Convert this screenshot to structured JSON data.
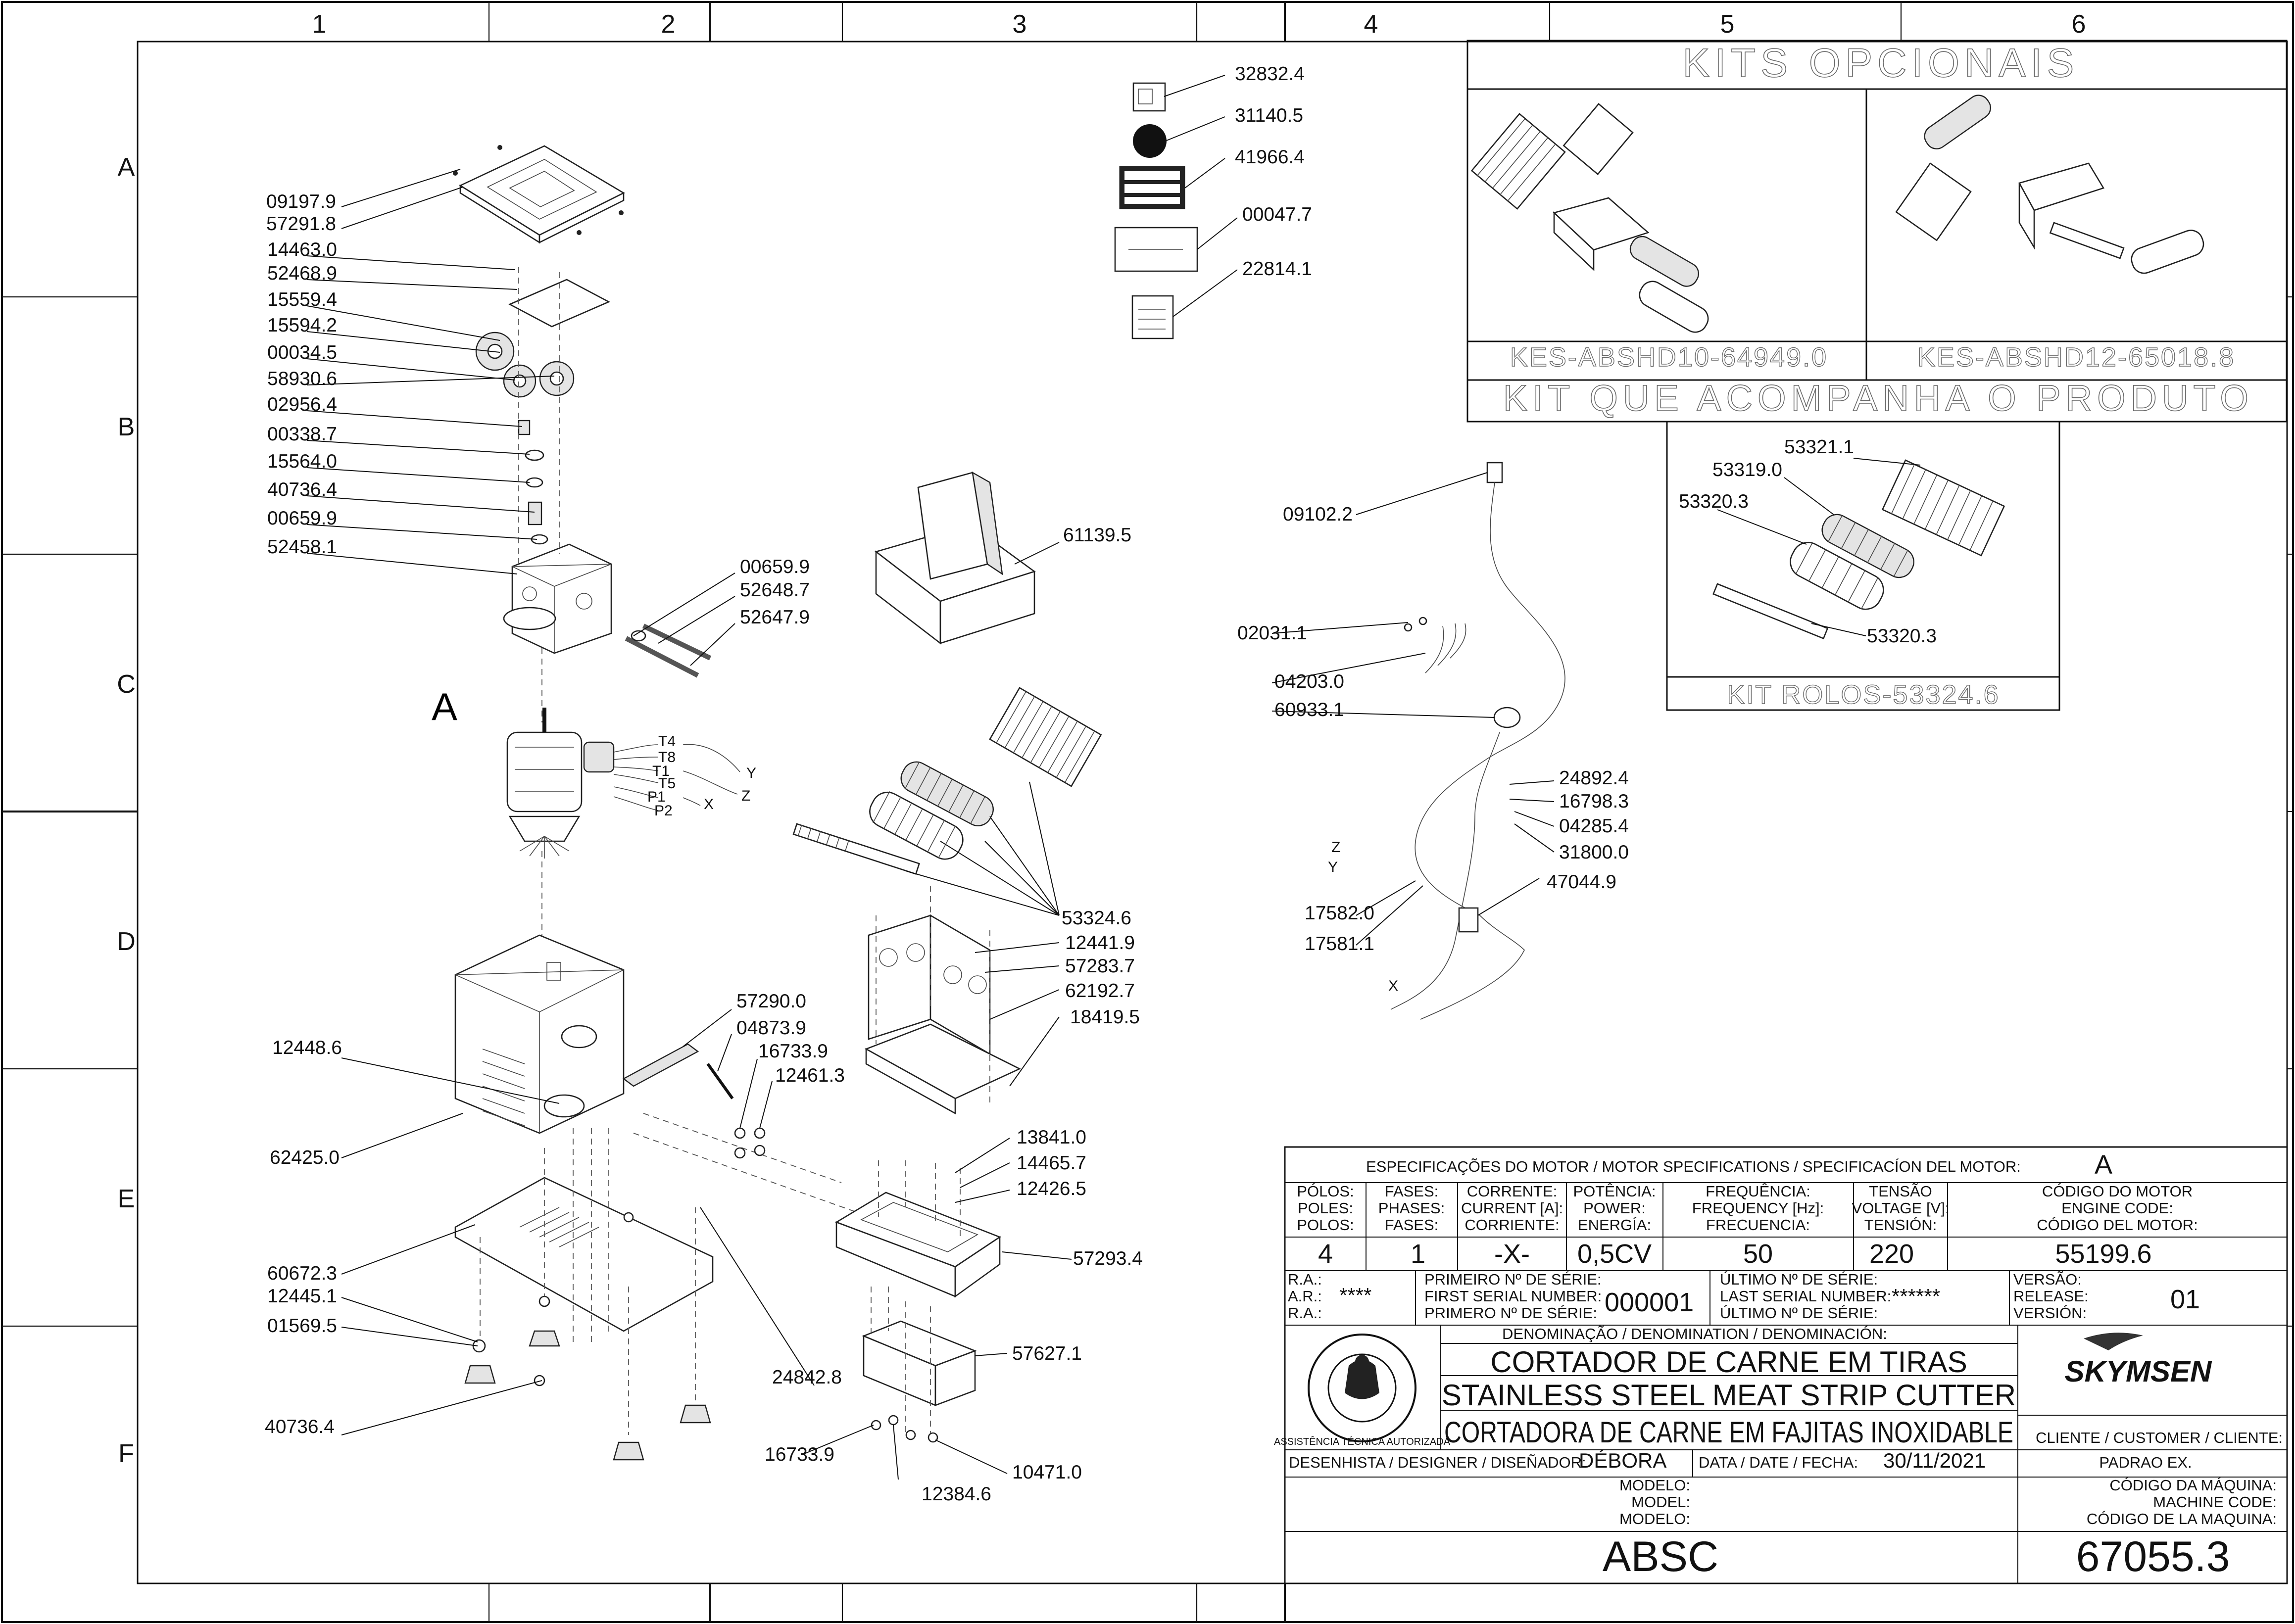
{
  "grid": {
    "columns": [
      "1",
      "2",
      "3",
      "4",
      "5",
      "6"
    ],
    "rows": [
      "A",
      "B",
      "C",
      "D",
      "E",
      "F"
    ]
  },
  "callouts": [
    {
      "id": "c1",
      "label": "09197.9"
    },
    {
      "id": "c2",
      "label": "57291.8"
    },
    {
      "id": "c3",
      "label": "14463.0"
    },
    {
      "id": "c4",
      "label": "52468.9"
    },
    {
      "id": "c5",
      "label": "15559.4"
    },
    {
      "id": "c6",
      "label": "15594.2"
    },
    {
      "id": "c7",
      "label": "00034.5"
    },
    {
      "id": "c8",
      "label": "58930.6"
    },
    {
      "id": "c9",
      "label": "02956.4"
    },
    {
      "id": "c10",
      "label": "00338.7"
    },
    {
      "id": "c11",
      "label": "15564.0"
    },
    {
      "id": "c12",
      "label": "40736.4"
    },
    {
      "id": "c13",
      "label": "00659.9"
    },
    {
      "id": "c14",
      "label": "52458.1"
    },
    {
      "id": "c15",
      "label": "00659.9"
    },
    {
      "id": "c16",
      "label": "52648.7"
    },
    {
      "id": "c17",
      "label": "52647.9"
    },
    {
      "id": "c18",
      "label": "32832.4"
    },
    {
      "id": "c19",
      "label": "31140.5"
    },
    {
      "id": "c20",
      "label": "41966.4"
    },
    {
      "id": "c21",
      "label": "00047.7"
    },
    {
      "id": "c22",
      "label": "22814.1"
    },
    {
      "id": "c23",
      "label": "61139.5"
    },
    {
      "id": "c24",
      "label": "09102.2"
    },
    {
      "id": "c25",
      "label": "02031.1"
    },
    {
      "id": "c26",
      "label": "04203.0"
    },
    {
      "id": "c27",
      "label": "60933.1"
    },
    {
      "id": "c28",
      "label": "24892.4"
    },
    {
      "id": "c29",
      "label": "16798.3"
    },
    {
      "id": "c30",
      "label": "04285.4"
    },
    {
      "id": "c31",
      "label": "31800.0"
    },
    {
      "id": "c32",
      "label": "47044.9"
    },
    {
      "id": "c33",
      "label": "17582.0"
    },
    {
      "id": "c34",
      "label": "17581.1"
    },
    {
      "id": "c35",
      "label": "53324.6"
    },
    {
      "id": "c36",
      "label": "12441.9"
    },
    {
      "id": "c37",
      "label": "57283.7"
    },
    {
      "id": "c38",
      "label": "62192.7"
    },
    {
      "id": "c39",
      "label": "18419.5"
    },
    {
      "id": "c40",
      "label": "57290.0"
    },
    {
      "id": "c41",
      "label": "04873.9"
    },
    {
      "id": "c42",
      "label": "16733.9"
    },
    {
      "id": "c43",
      "label": "12461.3"
    },
    {
      "id": "c44",
      "label": "12448.6"
    },
    {
      "id": "c45",
      "label": "62425.0"
    },
    {
      "id": "c46",
      "label": "13841.0"
    },
    {
      "id": "c47",
      "label": "14465.7"
    },
    {
      "id": "c48",
      "label": "12426.5"
    },
    {
      "id": "c49",
      "label": "57293.4"
    },
    {
      "id": "c50",
      "label": "60672.3"
    },
    {
      "id": "c51",
      "label": "12445.1"
    },
    {
      "id": "c52",
      "label": "01569.5"
    },
    {
      "id": "c53",
      "label": "40736.4"
    },
    {
      "id": "c54",
      "label": "24842.8"
    },
    {
      "id": "c55",
      "label": "57627.1"
    },
    {
      "id": "c56",
      "label": "16733.9"
    },
    {
      "id": "c57",
      "label": "10471.0"
    },
    {
      "id": "c58",
      "label": "12384.6"
    },
    {
      "id": "c59",
      "label": "53321.1"
    },
    {
      "id": "c60",
      "label": "53319.0"
    },
    {
      "id": "c61",
      "label": "53320.3"
    },
    {
      "id": "c62",
      "label": "53320.3"
    }
  ],
  "motor": {
    "letter": "A",
    "terminals": [
      "T4",
      "T8",
      "T1",
      "T5",
      "P1",
      "P2"
    ],
    "wires": [
      "Y",
      "Z",
      "X"
    ]
  },
  "harness": {
    "wire_labels": [
      "Z",
      "Y",
      "X"
    ]
  },
  "kits": {
    "optional_title": "KITS OPCIONAIS",
    "kit_left": "KES-ABSHD10-64949.0",
    "kit_right": "KES-ABSHD12-65018.8",
    "included_title": "KIT QUE ACOMPANHA O PRODUTO",
    "rollers_kit": "KIT ROLOS-53324.6"
  },
  "title_block": {
    "motor_spec_header": "ESPECIFICAÇÕES DO MOTOR / MOTOR SPECIFICATIONS / SPECIFICACÍON DEL MOTOR:",
    "motor_letter": "A",
    "poles_h": [
      "PÓLOS:",
      "POLES:",
      "POLOS:"
    ],
    "phases_h": [
      "FASES:",
      "PHASES:",
      "FASES:"
    ],
    "current_h": [
      "CORRENTE:",
      "CURRENT [A]:",
      "CORRIENTE:"
    ],
    "power_h": [
      "POTÊNCIA:",
      "POWER:",
      "ENERGÍA:"
    ],
    "freq_h": [
      "FREQUÊNCIA:",
      "FREQUENCY [Hz]:",
      "FRECUENCIA:"
    ],
    "voltage_h": [
      "TENSÃO",
      "VOLTAGE [V]:",
      "TENSIÓN:"
    ],
    "engine_code_h": [
      "CÓDIGO DO MOTOR",
      "ENGINE CODE:",
      "CÓDIGO DEL MOTOR:"
    ],
    "poles": "4",
    "phases": "1",
    "current": "-X-",
    "power": "0,5CV",
    "frequency": "50",
    "voltage": "220",
    "engine_code": "55199.6",
    "ra_labels": [
      "R.A.:",
      "A.R.:",
      "R.A.:"
    ],
    "ra_value": "****",
    "first_serial_h": [
      "PRIMEIRO Nº DE SÉRIE:",
      "FIRST SERIAL NUMBER:",
      "PRIMERO Nº DE SÉRIE:"
    ],
    "first_serial": "000001",
    "last_serial_h": [
      "ÚLTIMO Nº DE SÉRIE:",
      "LAST SERIAL NUMBER:",
      "ÚLTIMO Nº DE SÉRIE:"
    ],
    "last_serial": "******",
    "version_h": [
      "VERSÃO:",
      "RELEASE:",
      "VERSIÓN:"
    ],
    "version": "01",
    "denomination_h": "DENOMINAÇÃO / DENOMINATION / DENOMINACIÓN:",
    "title_pt": "CORTADOR DE CARNE EM TIRAS",
    "title_en": "STAINLESS STEEL MEAT STRIP CUTTER",
    "title_es": "CORTADORA DE CARNE EM FAJITAS INOXIDABLE",
    "brand": "SKYMSEN",
    "seal_text": "ASSISTÊNCIA TÉCNICA AUTORIZADA",
    "client_h": "CLIENTE / CUSTOMER / CLIENTE:",
    "client": "PADRAO EX.",
    "designer_h": "DESENHISTA / DESIGNER / DISEÑADOR:",
    "designer": "DÉBORA",
    "date_h": "DATA / DATE / FECHA:",
    "date": "30/11/2021",
    "model_h": [
      "MODELO:",
      "MODEL:",
      "MODELO:"
    ],
    "model": "ABSC",
    "machine_code_h": [
      "CÓDIGO DA MÁQUINA:",
      "MACHINE CODE:",
      "CÓDIGO DE LA MAQUINA:"
    ],
    "machine_code": "67055.3"
  }
}
